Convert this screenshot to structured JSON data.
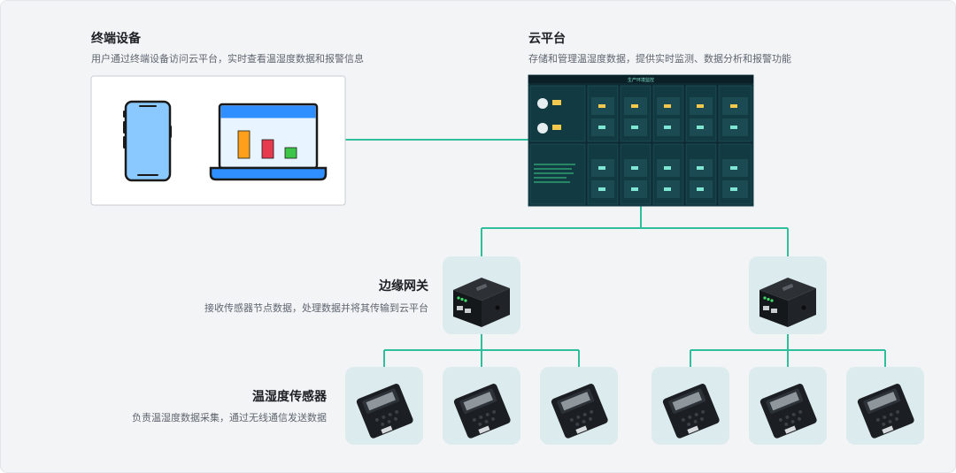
{
  "terminal": {
    "title": "终端设备",
    "desc": "用户通过终端设备访问云平台，实时查看温湿度数据和报警信息"
  },
  "cloud": {
    "title": "云平台",
    "desc": "存储和管理温湿度数据，提供实时监测、数据分析和报警功能",
    "dashboard_title": "生产环境监控"
  },
  "gateway": {
    "title": "边缘网关",
    "desc": "接收传感器节点数据，处理数据并将其传输到云平台"
  },
  "sensor": {
    "title": "温湿度传感器",
    "desc": "负责温湿度数据采集，通过无线通信发送数据"
  },
  "colors": {
    "connector": "#2fbf9c",
    "tile": "#dcebed",
    "dashboard_bg": "#0f2a33",
    "panel": "#123a43",
    "accent": "#5fe0c8"
  }
}
